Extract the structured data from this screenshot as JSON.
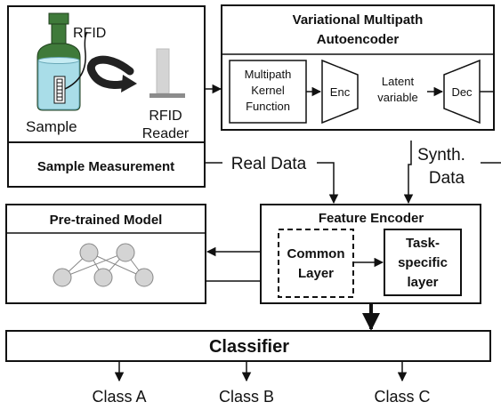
{
  "sample": {
    "rfid_tag_label": "RFID",
    "sample_label": "Sample",
    "reader_label_line1": "RFID",
    "reader_label_line2": "Reader",
    "measurement_title": "Sample Measurement"
  },
  "vae": {
    "title_line1": "Variational Multipath",
    "title_line2": "Autoencoder",
    "kernel_line1": "Multipath",
    "kernel_line2": "Kernel",
    "kernel_line3": "Function",
    "enc_label": "Enc",
    "latent_line1": "Latent",
    "latent_line2": "variable",
    "dec_label": "Dec"
  },
  "flows": {
    "real_data": "Real Data",
    "synth_line1": "Synth.",
    "synth_line2": "Data"
  },
  "pretrained": {
    "title": "Pre-trained Model"
  },
  "feature_encoder": {
    "title": "Feature Encoder",
    "common_line1": "Common",
    "common_line2": "Layer",
    "task_line1": "Task-",
    "task_line2": "specific",
    "task_line3": "layer"
  },
  "classifier": {
    "title": "Classifier",
    "classes": [
      "Class A",
      "Class B",
      "Class C"
    ]
  }
}
